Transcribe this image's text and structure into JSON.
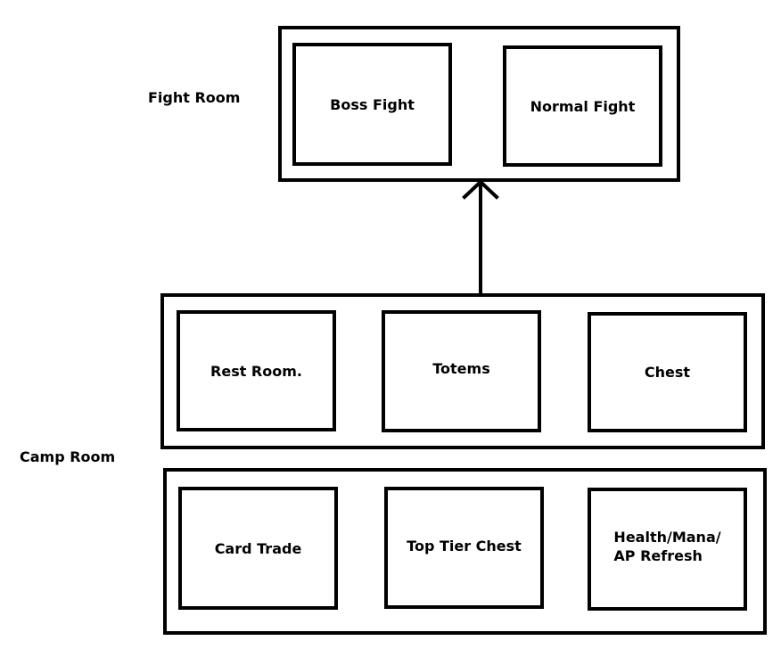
{
  "labels": {
    "fight_room": "Fight Room",
    "camp_room": "Camp Room"
  },
  "fight_room": {
    "boxes": [
      "Boss Fight",
      "Normal Fight"
    ]
  },
  "camp_room": {
    "row1": [
      "Rest Room.",
      "Totems",
      "Chest"
    ],
    "row2": [
      "Card Trade",
      "Top Tier Chest",
      "Health/Mana/\nAP Refresh"
    ]
  }
}
